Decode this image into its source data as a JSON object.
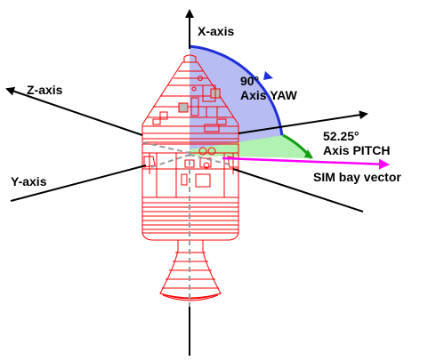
{
  "labels": {
    "x_axis": "X-axis",
    "z_axis": "Z-axis",
    "y_axis": "Y-axis",
    "yaw_angle": "90°",
    "yaw_name": "Axis YAW",
    "pitch_angle": "52.25°",
    "pitch_name": "Axis PITCH",
    "sim_bay": "SIM bay vector"
  },
  "angles": {
    "yaw_deg": 90,
    "pitch_deg": 52.25
  },
  "colors": {
    "spacecraft_outline": "#ff0000",
    "axis_lines": "#000000",
    "yaw_sector_fill": "#aab0f0",
    "yaw_arc": "#1f2fd6",
    "pitch_sector_fill": "#a8f0a8",
    "pitch_arc": "#12a012",
    "sim_bay_vector": "#ff00ff",
    "hidden_axis": "#999999"
  }
}
